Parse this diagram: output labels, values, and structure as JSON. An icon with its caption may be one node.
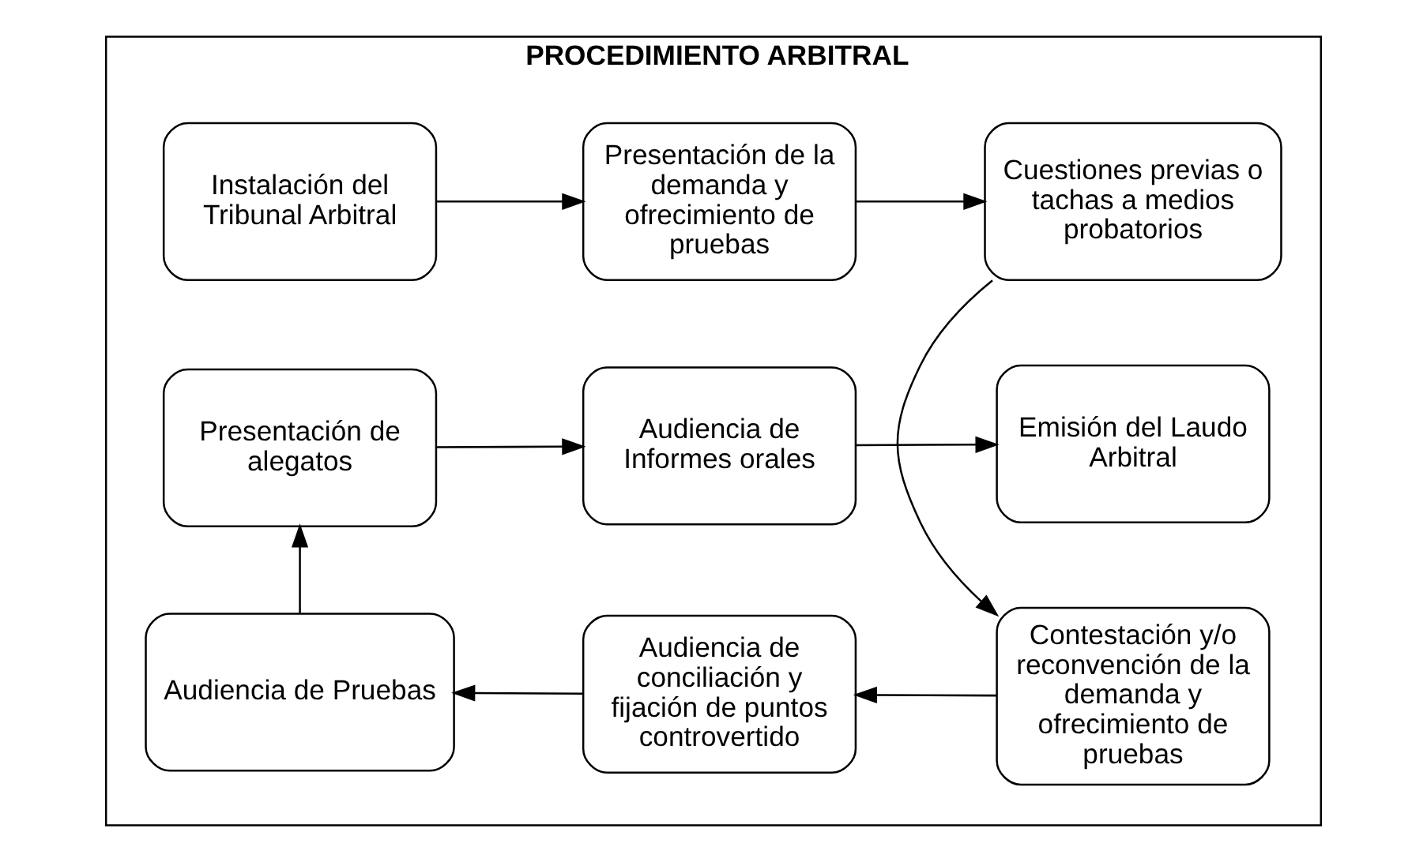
{
  "diagram": {
    "nodes": [
      {
        "text": [
          "PROCEDIMIENTO ARBITRAL"
        ]
      },
      {
        "text": [
          "Instalación del Tribunal Arbitral"
        ],
        "in": 0
      },
      {
        "text": [
          "Presentación de la demanda y ofrecimiento de pruebas"
        ],
        "in": 0
      },
      {
        "text": [
          "Cuestiones previas o tachas a medios probatorios"
        ],
        "in": 0
      },
      {
        "text": [
          "Audiencia de Pruebas"
        ],
        "in": 0
      },
      {
        "text": [
          "Audiencia de conciliación y fijación de puntos controvertido"
        ],
        "in": 0
      },
      {
        "text": [
          "Contestación y/o reconvención de la demanda y ofrecimiento de pruebas"
        ],
        "in": 0
      },
      {
        "text": [
          "Presentación de alegatos"
        ],
        "in": 0
      },
      {
        "text": [
          "Audiencia de Informes orales"
        ],
        "in": 0
      },
      {
        "text": [
          "Emisión del Laudo Arbitral"
        ],
        "in": 0
      }
    ],
    "edges": [
      {
        "from": 1,
        "to": 2,
        "arrow": "to"
      },
      {
        "from": 2,
        "to": 3,
        "arrow": "to"
      },
      {
        "from": 3,
        "to": 6,
        "arrow": "to"
      },
      {
        "from": 6,
        "to": 5,
        "arrow": "to"
      },
      {
        "from": 5,
        "to": 4,
        "arrow": "to"
      },
      {
        "from": 4,
        "to": 7,
        "arrow": "to"
      },
      {
        "from": 7,
        "to": 8,
        "arrow": "to"
      },
      {
        "from": 8,
        "to": 9,
        "arrow": "to"
      }
    ]
  }
}
